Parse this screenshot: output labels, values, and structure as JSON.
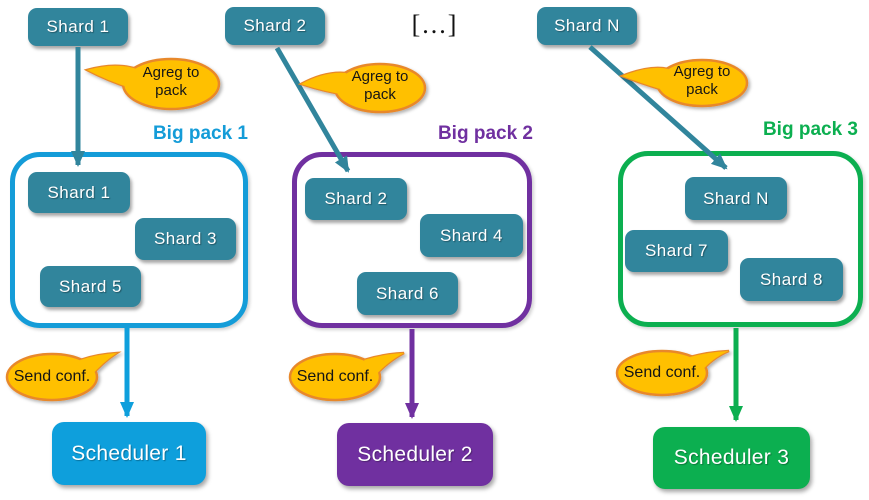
{
  "ellipsis_label": "[...]",
  "groups": [
    {
      "source_shard": "Shard 1",
      "agreg_label": "Agreg to pack",
      "pack_label": "Big pack 1",
      "pack_shards": [
        "Shard 1",
        "Shard 3",
        "Shard 5"
      ],
      "send_label": "Send conf.",
      "scheduler_label": "Scheduler 1",
      "accent_color": "#149CD8"
    },
    {
      "source_shard": "Shard 2",
      "agreg_label": "Agreg to pack",
      "pack_label": "Big pack 2",
      "pack_shards": [
        "Shard 2",
        "Shard 4",
        "Shard 6"
      ],
      "send_label": "Send conf.",
      "scheduler_label": "Scheduler 2",
      "accent_color": "#7030A0"
    },
    {
      "source_shard": "Shard N",
      "agreg_label": "Agreg to pack",
      "pack_label": "Big pack 3",
      "pack_shards": [
        "Shard N",
        "Shard 7",
        "Shard 8"
      ],
      "send_label": "Send conf.",
      "scheduler_label": "Scheduler 3",
      "accent_color": "#0CAF50"
    }
  ],
  "colors": {
    "shard_teal": "#31859C",
    "blue": "#149CD8",
    "scheduler_blue": "#0E9FDC",
    "purple": "#7030A0",
    "green": "#0CAF50",
    "callout_fill": "#FFC000",
    "callout_stroke": "#E8882B",
    "text_black": "#151515",
    "shard_text": "#FFFFFF"
  }
}
